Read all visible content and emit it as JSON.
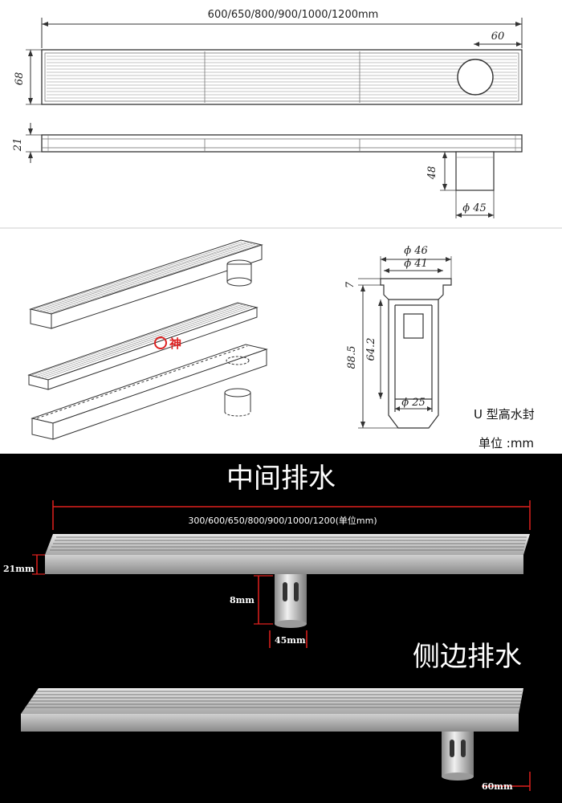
{
  "top_drawing": {
    "width_dims": "600/650/800/900/1000/1200mm",
    "outlet_offset": "60",
    "height": "68",
    "thickness": "21",
    "outlet_depth": "48",
    "outlet_diameter": "ϕ 45"
  },
  "trap_drawing": {
    "outer_diameter": "ϕ 46",
    "inner_diameter": "ϕ 41",
    "top_height": "7",
    "total_height": "88.5",
    "inner_height": "64.2",
    "bottom_diameter": "ϕ 25",
    "type_label": "U 型高水封",
    "unit_label": "单位 :mm",
    "watermark": "神"
  },
  "photo_center": {
    "title": "中间排水",
    "length_dims": "300/600/650/800/900/1000/1200(单位mm)",
    "thickness": "21mm",
    "outlet_depth": "8mm",
    "outlet_diameter": "45mm"
  },
  "photo_side": {
    "title": "侧边排水",
    "outlet_offset": "60mm"
  },
  "colors": {
    "dimension_red": "#e0201e",
    "steel": "#b9b9b9",
    "background_dark": "#000000"
  }
}
